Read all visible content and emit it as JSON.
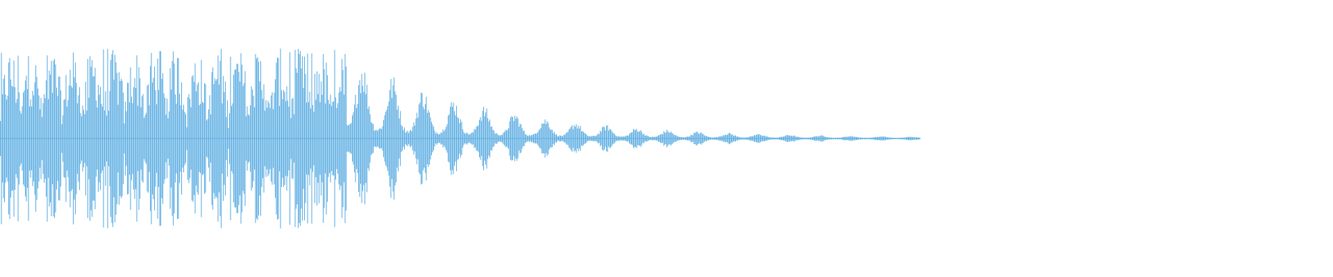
{
  "waveform": {
    "color": "#5dade2",
    "background": "#ffffff",
    "envelope": {
      "peak_amplitude": 0.65,
      "sustain_fraction": 0.26,
      "decay_end_fraction": 0.69,
      "tail_amplitude": 0.005
    }
  }
}
